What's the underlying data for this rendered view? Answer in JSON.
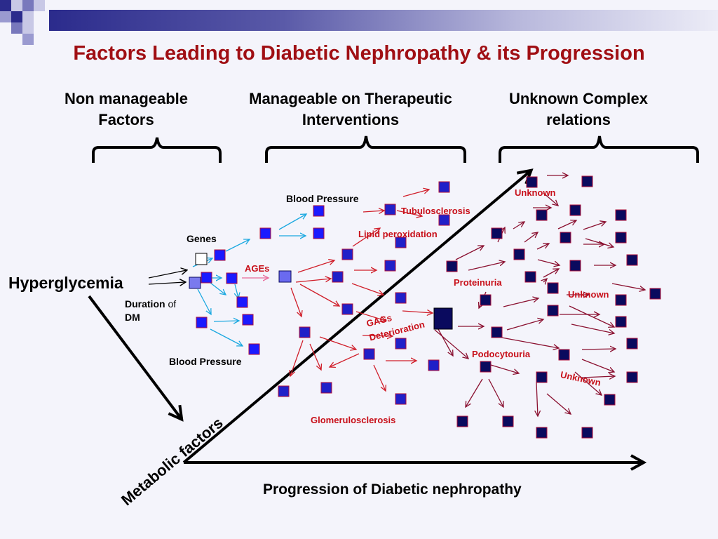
{
  "title": "Factors Leading to Diabetic Nephropathy & its Progression",
  "headings": {
    "non_manageable": "Non manageable Factors",
    "manageable": "Manageable on Therapeutic Interventions",
    "unknown": "Unknown Complex relations"
  },
  "labels": {
    "hyperglycemia": "Hyperglycemia",
    "genes": "Genes",
    "duration_a": "Duration",
    "duration_b": "of",
    "duration_c": "DM",
    "blood_pressure_top": "Blood Pressure",
    "blood_pressure_bottom": "Blood Pressure",
    "ages": "AGEs",
    "tubulosclerosis": "Tubulosclerosis",
    "lipid_peroxidation": "Lipid  peroxidation",
    "proteinuria": "Proteinuria",
    "gags": "GAGs",
    "deterioration": "Deterioration",
    "podocytouria": "Podocytouria",
    "glomerulosclerosis": "Glomerulosclerosis",
    "unknown_1": "Unknown",
    "unknown_2": "Unknown",
    "unknown_3": "Unknown",
    "metabolic_factors": "Metabolic factors",
    "progression": "Progression of  Diabetic nephropathy"
  },
  "colors": {
    "title": "#a00f14",
    "red_label": "#c8101a",
    "node_blue": "#1a1aff",
    "node_dark": "#0a0a5e",
    "arrow_cyan": "#1aa8e0",
    "arrow_red": "#d01e2a",
    "arrow_maroon": "#8a1030"
  }
}
